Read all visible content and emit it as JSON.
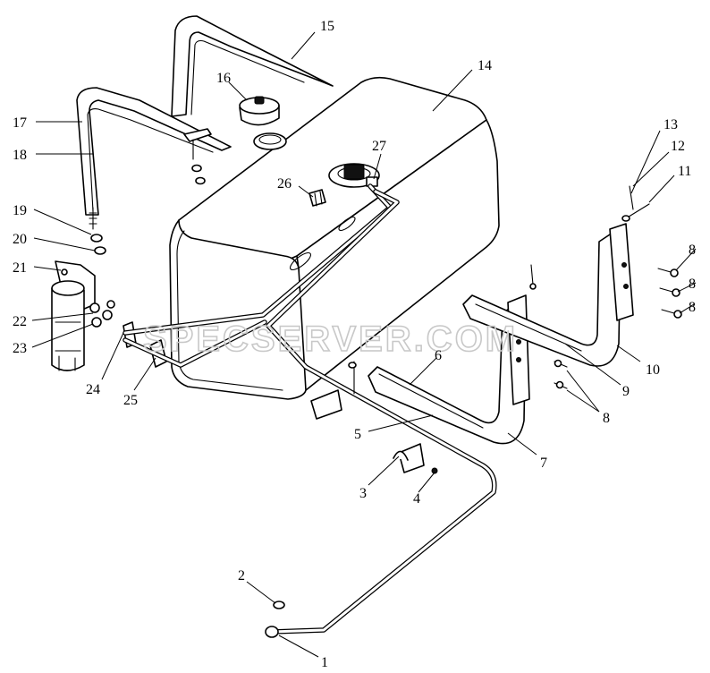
{
  "watermark": "SPECSERVER.COM",
  "callouts": [
    {
      "id": "c1",
      "text": "1"
    },
    {
      "id": "c2",
      "text": "2"
    },
    {
      "id": "c3",
      "text": "3"
    },
    {
      "id": "c4",
      "text": "4"
    },
    {
      "id": "c5",
      "text": "5"
    },
    {
      "id": "c6",
      "text": "6"
    },
    {
      "id": "c7",
      "text": "7"
    },
    {
      "id": "c8a",
      "text": "8"
    },
    {
      "id": "c8b",
      "text": "8"
    },
    {
      "id": "c8c",
      "text": "8"
    },
    {
      "id": "c8d",
      "text": "8"
    },
    {
      "id": "c9",
      "text": "9"
    },
    {
      "id": "c10",
      "text": "10"
    },
    {
      "id": "c11",
      "text": "11"
    },
    {
      "id": "c12",
      "text": "12"
    },
    {
      "id": "c13",
      "text": "13"
    },
    {
      "id": "c14",
      "text": "14"
    },
    {
      "id": "c15",
      "text": "15"
    },
    {
      "id": "c16",
      "text": "16"
    },
    {
      "id": "c17",
      "text": "17"
    },
    {
      "id": "c18",
      "text": "18"
    },
    {
      "id": "c19",
      "text": "19"
    },
    {
      "id": "c20",
      "text": "20"
    },
    {
      "id": "c21",
      "text": "21"
    },
    {
      "id": "c22",
      "text": "22"
    },
    {
      "id": "c23",
      "text": "23"
    },
    {
      "id": "c24",
      "text": "24"
    },
    {
      "id": "c25",
      "text": "25"
    },
    {
      "id": "c26",
      "text": "26"
    },
    {
      "id": "c27",
      "text": "27"
    }
  ]
}
